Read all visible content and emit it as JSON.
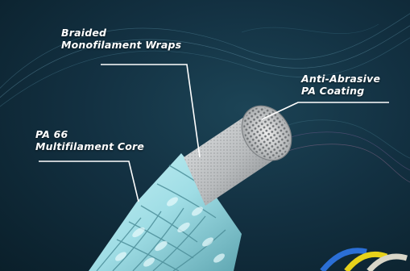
{
  "labels": {
    "braided": {
      "line1": "Braided",
      "line2": "Monofilament Wraps"
    },
    "coating": {
      "line1": "Anti-Abrasive",
      "line2": "PA Coating"
    },
    "core": {
      "line1": "PA 66",
      "line2": "Multifilament Core"
    }
  },
  "colors": {
    "background": "#133142",
    "braid": "#a6e3ea",
    "braid_shadow": "#5fa6b1",
    "core": "#c9ccce",
    "leader_line": "#ffffff",
    "accent_blue": "#2b6fd6",
    "accent_yellow": "#e7d21a"
  }
}
